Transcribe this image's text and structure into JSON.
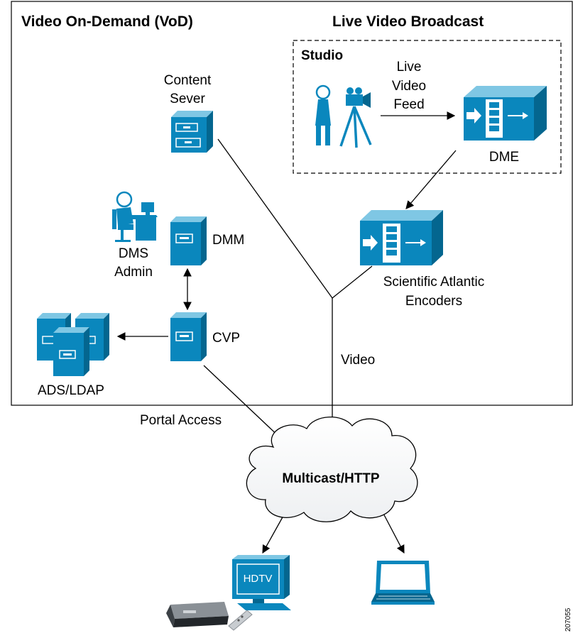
{
  "colors": {
    "device_blue": "#0a87bd",
    "device_dark": "#04668f",
    "device_light": "#7fc7e4",
    "line": "#000000"
  },
  "sections": {
    "vod_title": "Video On-Demand (VoD)",
    "live_title": "Live Video Broadcast",
    "studio_title": "Studio"
  },
  "labels": {
    "content_server_1": "Content",
    "content_server_2": "Sever",
    "live_feed_1": "Live",
    "live_feed_2": "Video",
    "live_feed_3": "Feed",
    "dme": "DME",
    "dmm": "DMM",
    "dms_admin_1": "DMS",
    "dms_admin_2": "Admin",
    "encoders_1": "Scientific Atlantic",
    "encoders_2": "Encoders",
    "cvp": "CVP",
    "ads_ldap": "ADS/LDAP",
    "video": "Video",
    "portal_access": "Portal Access",
    "cloud": "Multicast/HTTP",
    "hdtv": "HDTV",
    "figure_id": "207055"
  },
  "icons": {
    "content_server": "file-cabinet-server-icon",
    "dmm": "server-tower-icon",
    "cvp": "server-tower-icon",
    "ads_ldap": "server-cluster-icon",
    "dms_admin": "admin-workstation-icon",
    "dme": "media-encoder-icon",
    "encoders": "media-encoder-icon",
    "person": "person-icon",
    "camera": "video-camera-icon",
    "cloud": "cloud-icon",
    "hdtv": "tv-monitor-icon",
    "laptop": "laptop-icon",
    "settop": "settop-box-icon"
  }
}
